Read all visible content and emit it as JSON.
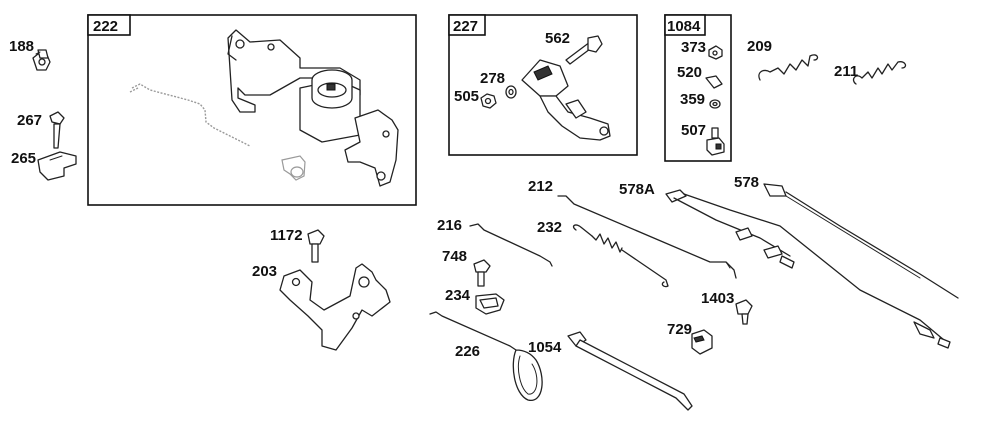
{
  "kits": [
    {
      "id": "kit-222",
      "label": "222"
    },
    {
      "id": "kit-227",
      "label": "227"
    },
    {
      "id": "kit-1084",
      "label": "1084"
    }
  ],
  "parts": [
    {
      "id": "188",
      "label": "188"
    },
    {
      "id": "267",
      "label": "267"
    },
    {
      "id": "265",
      "label": "265"
    },
    {
      "id": "562",
      "label": "562"
    },
    {
      "id": "278",
      "label": "278"
    },
    {
      "id": "505",
      "label": "505"
    },
    {
      "id": "373",
      "label": "373"
    },
    {
      "id": "520",
      "label": "520"
    },
    {
      "id": "359",
      "label": "359"
    },
    {
      "id": "507",
      "label": "507"
    },
    {
      "id": "209",
      "label": "209"
    },
    {
      "id": "211",
      "label": "211"
    },
    {
      "id": "212",
      "label": "212"
    },
    {
      "id": "578A",
      "label": "578A"
    },
    {
      "id": "578",
      "label": "578"
    },
    {
      "id": "216",
      "label": "216"
    },
    {
      "id": "232",
      "label": "232"
    },
    {
      "id": "1172",
      "label": "1172"
    },
    {
      "id": "748",
      "label": "748"
    },
    {
      "id": "203",
      "label": "203"
    },
    {
      "id": "234",
      "label": "234"
    },
    {
      "id": "1403",
      "label": "1403"
    },
    {
      "id": "729",
      "label": "729"
    },
    {
      "id": "226",
      "label": "226"
    },
    {
      "id": "1054",
      "label": "1054"
    }
  ]
}
